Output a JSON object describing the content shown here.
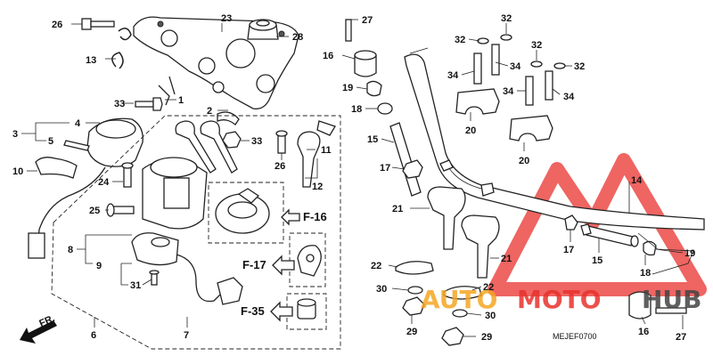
{
  "diagram": {
    "code": "MEJEF0700",
    "front_label": "FR.",
    "labels": {
      "p1": "1",
      "p2": "2",
      "p3": "3",
      "p4": "4",
      "p5": "5",
      "p6": "6",
      "p7": "7",
      "p8": "8",
      "p9": "9",
      "p10": "10",
      "p11": "11",
      "p12": "12",
      "p13": "13",
      "p14": "14",
      "p15a": "15",
      "p15b": "15",
      "p16a": "16",
      "p16b": "16",
      "p17a": "17",
      "p17b": "17",
      "p18a": "18",
      "p18b": "18",
      "p19a": "19",
      "p19b": "19",
      "p20a": "20",
      "p20b": "20",
      "p21a": "21",
      "p21b": "21",
      "p22a": "22",
      "p22b": "22",
      "p23": "23",
      "p24": "24",
      "p25": "25",
      "p26a": "26",
      "p26b": "26",
      "p27a": "27",
      "p27b": "27",
      "p28": "28",
      "p29a": "29",
      "p29b": "29",
      "p30a": "30",
      "p30b": "30",
      "p31": "31",
      "p32a": "32",
      "p32b": "32",
      "p32c": "32",
      "p32d": "32",
      "p33a": "33",
      "p33b": "33",
      "p34a": "34",
      "p34b": "34",
      "p34c": "34",
      "p34d": "34"
    },
    "refs": {
      "f16": "F-16",
      "f17": "F-17",
      "f35": "F-35"
    }
  },
  "watermark": {
    "word_a": "AUTO",
    "word_b": "MOTO",
    "word_c": "HUB",
    "color_red": "#e8322d",
    "color_orange": "#f5a623",
    "color_gray": "#444444"
  }
}
